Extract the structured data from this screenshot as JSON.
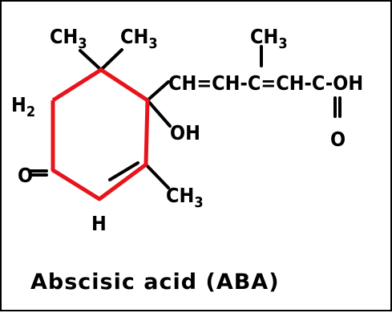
{
  "labels": {
    "ch3_left": "CH",
    "ch3_mid": "CH",
    "ch3_side": "CH",
    "ch3_ring": "CH",
    "sub3": "3",
    "h2": "H",
    "sub2": "2",
    "oh_ring": "OH",
    "chain": "CH=CH-C=CH-C-OH",
    "carbonyl_o": "O",
    "ketone_o": "O",
    "h_bottom": "H"
  },
  "caption": "Abscisic acid (ABA)",
  "colors": {
    "ring": "#e8141c",
    "bond": "#000000",
    "text": "#000000",
    "background": "#ffffff",
    "border": "#000000"
  }
}
